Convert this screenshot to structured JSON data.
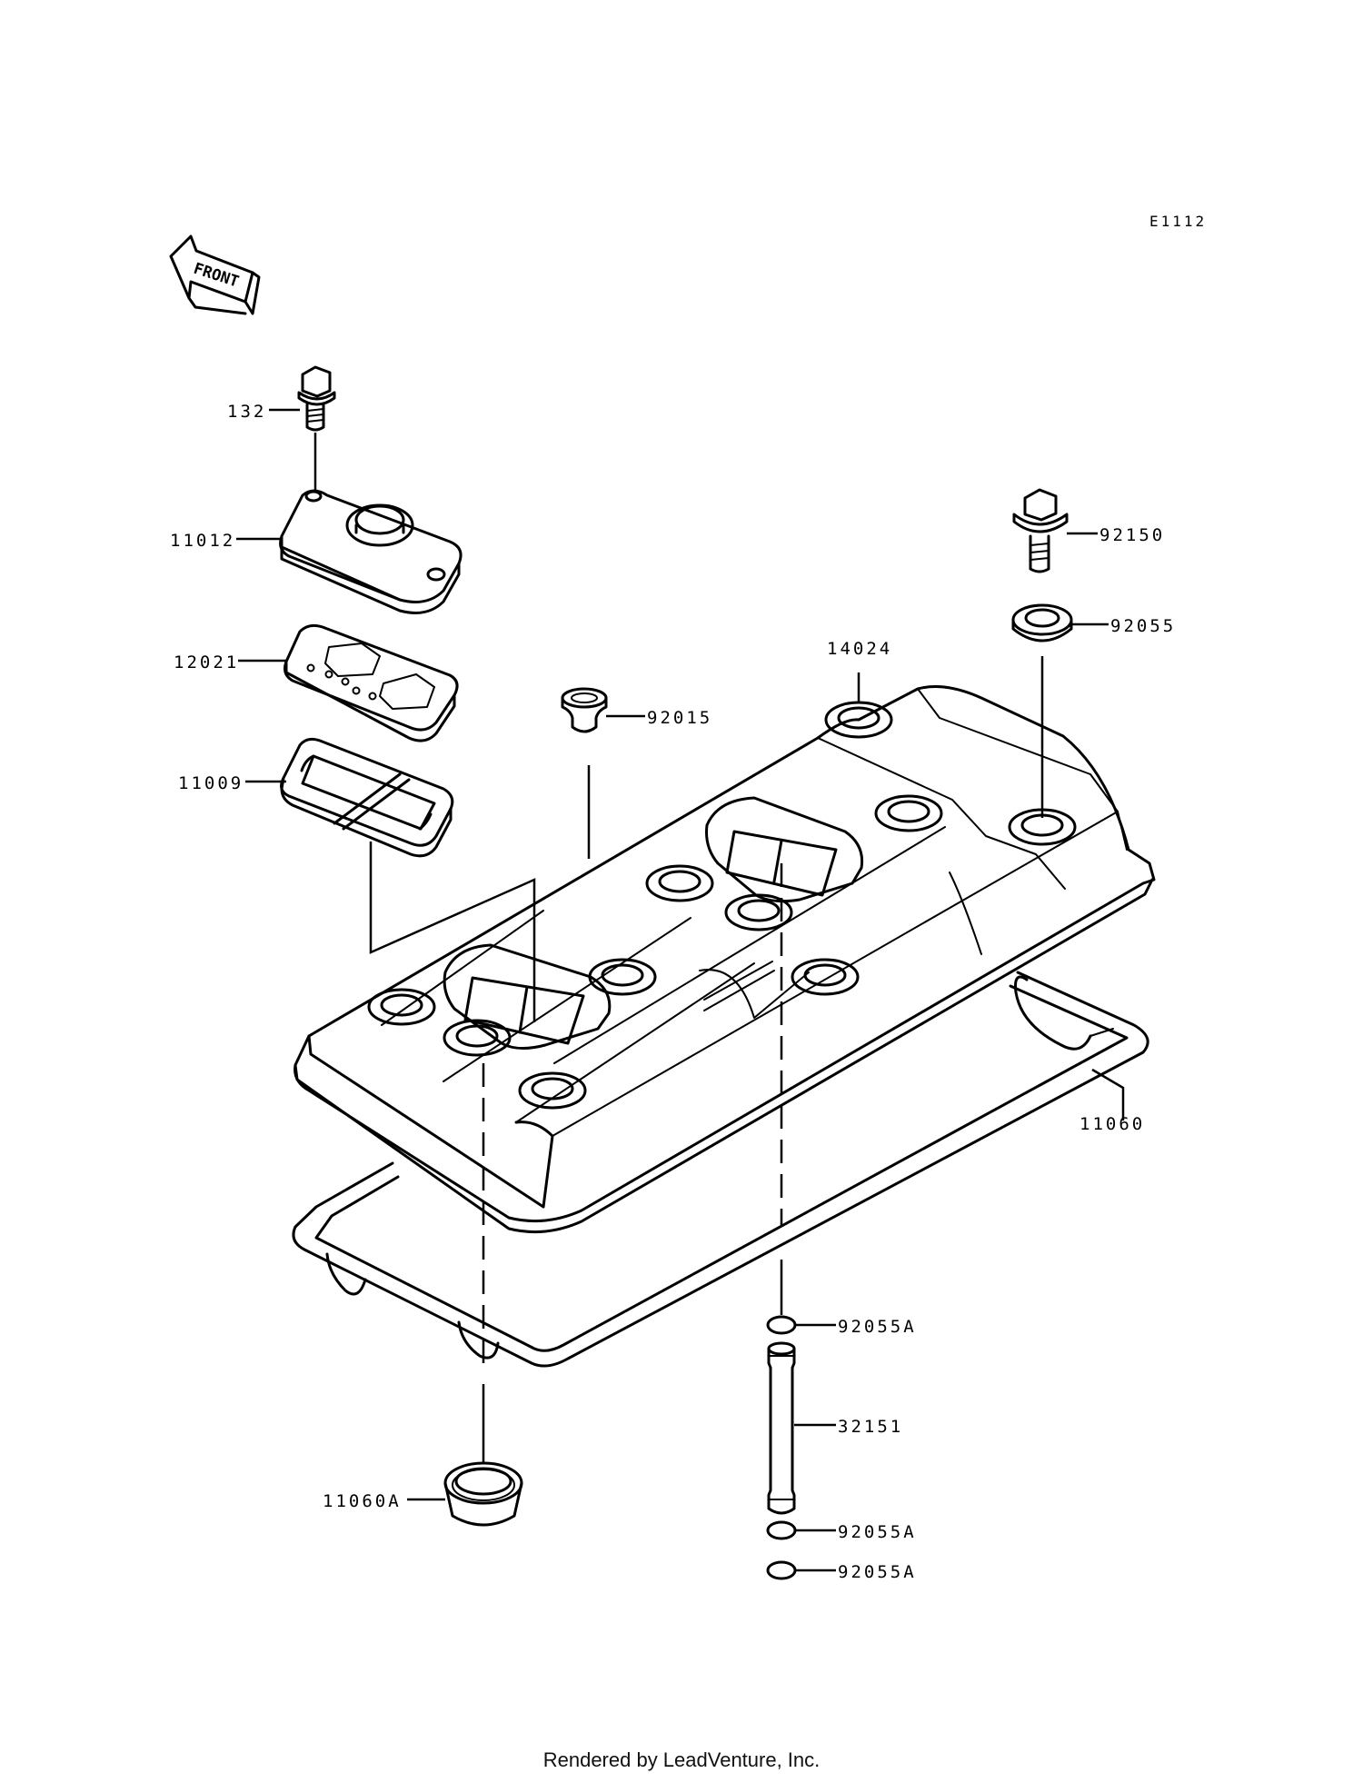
{
  "diagram_code": "E1112",
  "direction_label": "FRONT",
  "credit": "Rendered by LeadVenture, Inc.",
  "parts": [
    {
      "id": "132",
      "label": "132"
    },
    {
      "id": "11012",
      "label": "11012"
    },
    {
      "id": "12021",
      "label": "12021"
    },
    {
      "id": "11009",
      "label": "11009"
    },
    {
      "id": "92015",
      "label": "92015"
    },
    {
      "id": "14024",
      "label": "14024"
    },
    {
      "id": "92150",
      "label": "92150"
    },
    {
      "id": "92055",
      "label": "92055"
    },
    {
      "id": "11060",
      "label": "11060"
    },
    {
      "id": "92055A-top",
      "label": "92055A"
    },
    {
      "id": "32151",
      "label": "32151"
    },
    {
      "id": "92055A-mid",
      "label": "92055A"
    },
    {
      "id": "92055A-bot",
      "label": "92055A"
    },
    {
      "id": "11060A",
      "label": "11060A"
    }
  ]
}
